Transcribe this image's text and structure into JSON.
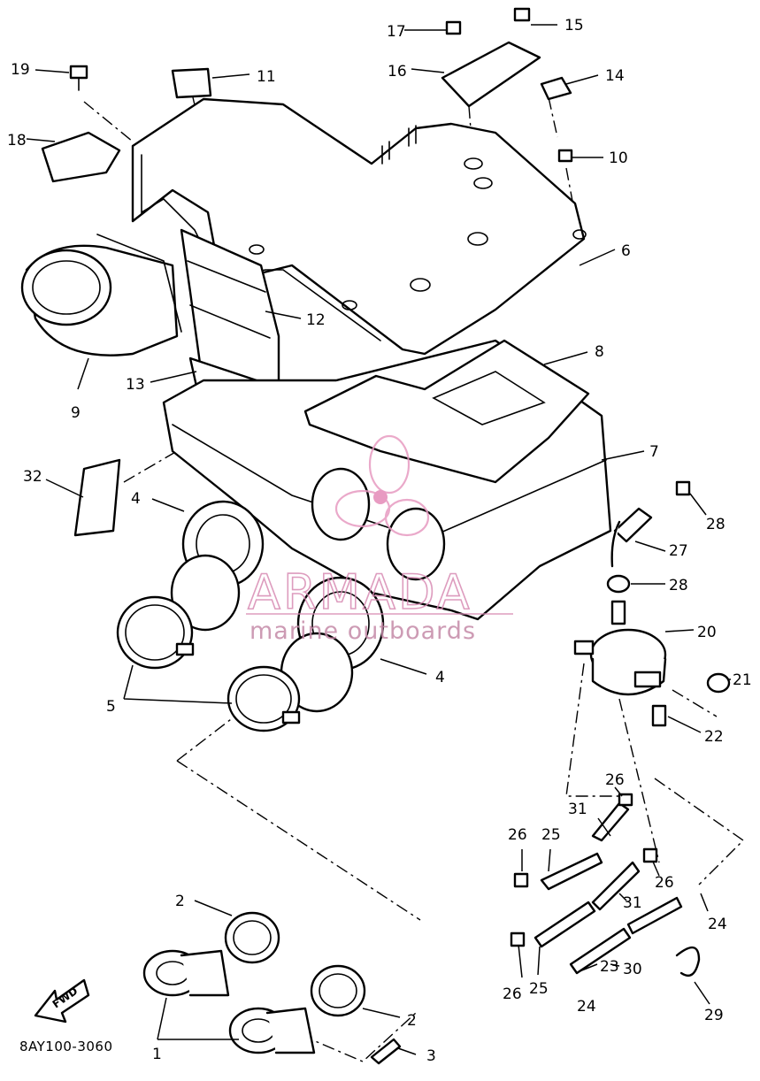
{
  "diagram": {
    "drawing_code": "8AY100-3060",
    "fwd_label": "FWD",
    "callouts": [
      "1",
      "2",
      "3",
      "4",
      "5",
      "6",
      "7",
      "8",
      "9",
      "10",
      "11",
      "12",
      "13",
      "14",
      "15",
      "16",
      "17",
      "18",
      "19",
      "20",
      "21",
      "22",
      "23",
      "24",
      "25",
      "26",
      "27",
      "28",
      "29",
      "30",
      "31",
      "32"
    ],
    "watermark": {
      "brand": "ARMADA",
      "tagline": "marine outboards"
    }
  }
}
